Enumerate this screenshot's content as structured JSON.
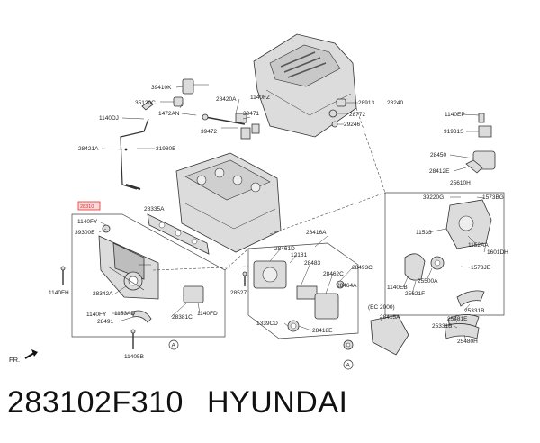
{
  "labels": [
    {
      "id": "lbl-39410k",
      "text": "39410K"
    },
    {
      "id": "lbl-35120c",
      "text": "35120C"
    },
    {
      "id": "lbl-1472an",
      "text": "1472AN"
    },
    {
      "id": "lbl-1140dj",
      "text": "1140DJ"
    },
    {
      "id": "lbl-28421a",
      "text": "28421A"
    },
    {
      "id": "lbl-31980b",
      "text": "31980B"
    },
    {
      "id": "lbl-28420a",
      "text": "28420A"
    },
    {
      "id": "lbl-1140fz",
      "text": "1140FZ"
    },
    {
      "id": "lbl-39471",
      "text": "39471"
    },
    {
      "id": "lbl-39472",
      "text": "39472"
    },
    {
      "id": "lbl-28913",
      "text": "28913"
    },
    {
      "id": "lbl-28240",
      "text": "28240"
    },
    {
      "id": "lbl-28772",
      "text": "28772"
    },
    {
      "id": "lbl-29246",
      "text": "29246"
    },
    {
      "id": "lbl-1140ep",
      "text": "1140EP"
    },
    {
      "id": "lbl-91931s",
      "text": "91931S"
    },
    {
      "id": "lbl-28450",
      "text": "28450"
    },
    {
      "id": "lbl-28412e",
      "text": "28412E"
    },
    {
      "id": "lbl-25610h",
      "text": "25610H"
    },
    {
      "id": "lbl-39220g",
      "text": "39220G"
    },
    {
      "id": "lbl-1573bg",
      "text": "1573BG"
    },
    {
      "id": "lbl-28335a",
      "text": "28335A"
    },
    {
      "id": "lbl-28310",
      "text": "28310"
    },
    {
      "id": "lbl-1140fy-top",
      "text": "1140FY"
    },
    {
      "id": "lbl-39300e",
      "text": "39300E"
    },
    {
      "id": "lbl-1140fh",
      "text": "1140FH"
    },
    {
      "id": "lbl-28342a",
      "text": "28342A"
    },
    {
      "id": "lbl-1140fy-bot",
      "text": "1140FY"
    },
    {
      "id": "lbl-1153ad",
      "text": "1153AD"
    },
    {
      "id": "lbl-28491",
      "text": "28491"
    },
    {
      "id": "lbl-28381c",
      "text": "28381C"
    },
    {
      "id": "lbl-1140fd",
      "text": "1140FD"
    },
    {
      "id": "lbl-11405b",
      "text": "11405B"
    },
    {
      "id": "lbl-28416a",
      "text": "28416A"
    },
    {
      "id": "lbl-28461d",
      "text": "28461D"
    },
    {
      "id": "lbl-12181",
      "text": "12181"
    },
    {
      "id": "lbl-28483",
      "text": "28483"
    },
    {
      "id": "lbl-28462c",
      "text": "28462C"
    },
    {
      "id": "lbl-28493c",
      "text": "28493C"
    },
    {
      "id": "lbl-28464a",
      "text": "28464A"
    },
    {
      "id": "lbl-28527",
      "text": "28527"
    },
    {
      "id": "lbl-1339cd",
      "text": "1339CD"
    },
    {
      "id": "lbl-28418e",
      "text": "28418E"
    },
    {
      "id": "lbl-ec2000",
      "text": "(EC 2000)"
    },
    {
      "id": "lbl-28415a",
      "text": "28415A"
    },
    {
      "id": "lbl-11533",
      "text": "11533"
    },
    {
      "id": "lbl-1152aa",
      "text": "1152AA"
    },
    {
      "id": "lbl-1601dh",
      "text": "1601DH"
    },
    {
      "id": "lbl-1573je",
      "text": "1573JE"
    },
    {
      "id": "lbl-25500a",
      "text": "25500A"
    },
    {
      "id": "lbl-1140eb",
      "text": "1140EB"
    },
    {
      "id": "lbl-25621f",
      "text": "25621F"
    },
    {
      "id": "lbl-25331b",
      "text": "25331B"
    },
    {
      "id": "lbl-25481e",
      "text": "25481E"
    },
    {
      "id": "lbl-25331b-2",
      "text": "25331B"
    },
    {
      "id": "lbl-25480h",
      "text": "25480H"
    },
    {
      "id": "lbl-a-1",
      "text": "A"
    },
    {
      "id": "lbl-a-2",
      "text": "A"
    },
    {
      "id": "lbl-fr",
      "text": "FR."
    }
  ],
  "caption": {
    "part_number": "283102F310",
    "brand": "HYUNDAI"
  },
  "colors": {
    "highlight": "#e03030"
  }
}
